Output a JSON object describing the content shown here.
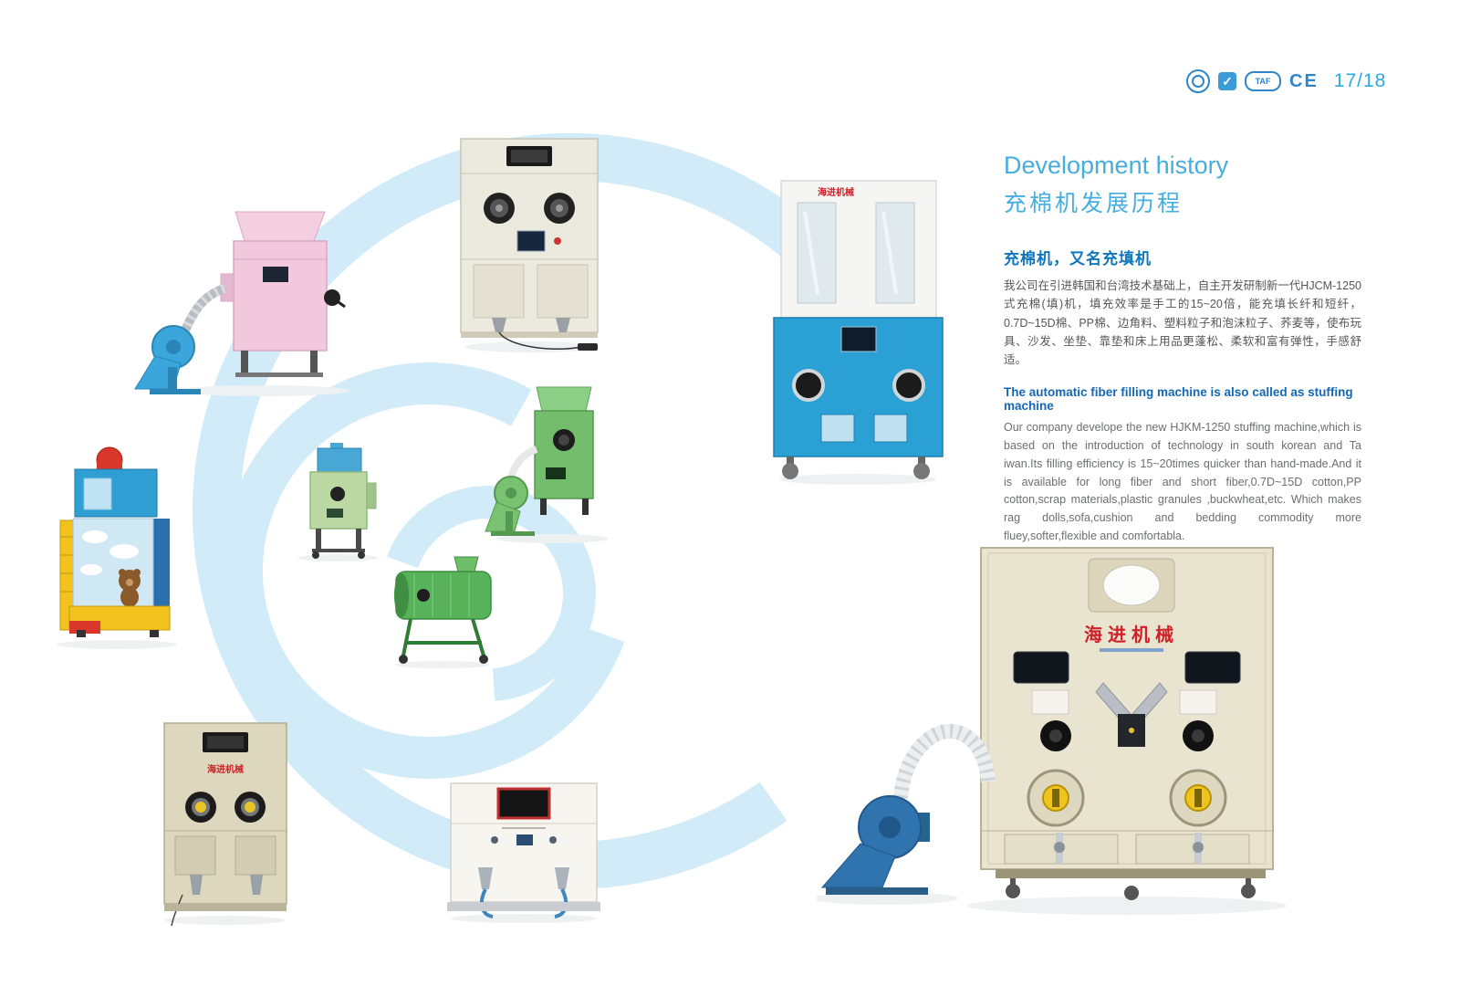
{
  "page": {
    "number": "17/18"
  },
  "badges": {
    "taf": "TAF",
    "ce": "CE"
  },
  "header": {
    "title_en": "Development history",
    "title_zh": "充棉机发展历程"
  },
  "content": {
    "zh_heading": "充棉机，又名充填机",
    "zh_body": "我公司在引进韩国和台湾技术基础上，自主开发研制新一代HJCM-1250式充棉(填)机，填充效率是手工的15~20倍，能充填长纤和短纤，0.7D~15D棉、PP棉、边角料、塑料粒子和泡沫粒子、荞麦等，使布玩具、沙发、坐垫、靠垫和床上用品更蓬松、柔软和富有弹性，手感舒适。",
    "en_heading": "The automatic fiber filling machine is also called as stuffing machine",
    "en_body": "Our company develope the new HJKM-1250 stuffing machine,which is based on the introduction of technology in south korean and Ta iwan.Its filling efficiency is 15~20times quicker than hand-made.And it is available for long fiber and short fiber,0.7D~15D cotton,PP cotton,scrap materials,plastic granules ,buckwheat,etc. Which makes rag dolls,sofa,cushion and bedding commodity more fluey,softer,flexible and comfortabla."
  },
  "machines": {
    "blue_white": {
      "label": "海进机械"
    },
    "bottom_left": {
      "label": "海进机械"
    },
    "bottom_right": {
      "label": "海进机械"
    }
  },
  "colors": {
    "accent": "#29abe2",
    "title_blue": "#45aede",
    "heading_blue": "#1b75bb",
    "spiral": "#d2ebf8",
    "body_gray": "#58595b"
  }
}
